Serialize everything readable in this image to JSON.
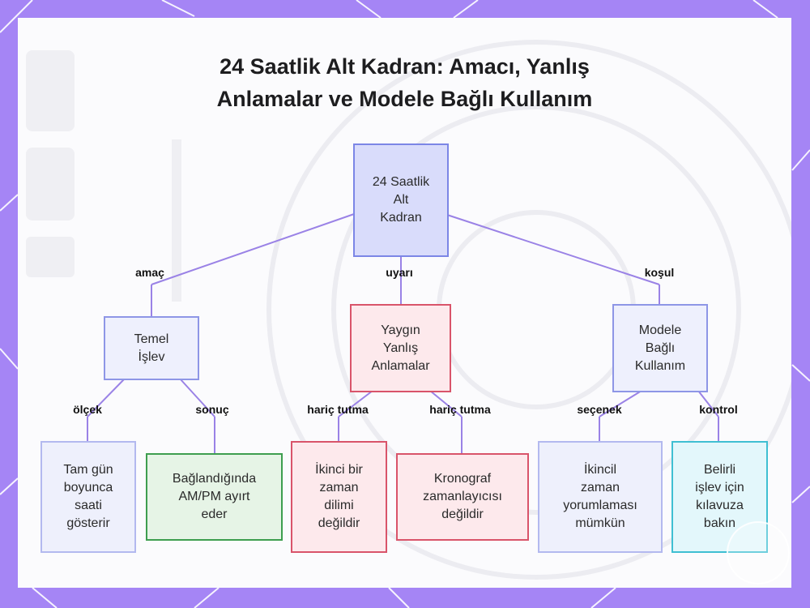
{
  "title": {
    "line1": "24 Saatlik Alt Kadran: Amacı, Yanlış",
    "line2": "Anlamalar ve Modele Bağlı Kullanım"
  },
  "colors": {
    "frame": "#a585f5",
    "edge": "#9a82e6",
    "root_fill": "#d9dcfb",
    "danger_border": "#d9546a",
    "success_border": "#3e9e4f",
    "info_border": "#3fbfd2"
  },
  "nodes": {
    "root": [
      "24 Saatlik",
      "Alt",
      "Kadran"
    ],
    "temel": [
      "Temel",
      "İşlev"
    ],
    "yaygin": [
      "Yaygın",
      "Yanlış",
      "Anlamalar"
    ],
    "modele": [
      "Modele",
      "Bağlı",
      "Kullanım"
    ],
    "tamgun": [
      "Tam gün",
      "boyunca",
      "saati",
      "gösterir"
    ],
    "baglandiginda": [
      "Bağlandığında",
      "AM/PM ayırt",
      "eder"
    ],
    "ikinci": [
      "İkinci bir",
      "zaman",
      "dilimi",
      "değildir"
    ],
    "kronograf": [
      "Kronograf",
      "zamanlayıcısı",
      "değildir"
    ],
    "ikincil": [
      "İkincil",
      "zaman",
      "yorumlaması",
      "mümkün"
    ],
    "belirli": [
      "Belirli",
      "işlev için",
      "kılavuza",
      "bakın"
    ]
  },
  "edge_labels": {
    "amac": "amaç",
    "uyari": "uyarı",
    "kosul": "koşul",
    "olcek": "ölçek",
    "sonuc": "sonuç",
    "haric1": "hariç tutma",
    "haric2": "hariç tutma",
    "secenek": "seçenek",
    "kontrol": "kontrol"
  }
}
